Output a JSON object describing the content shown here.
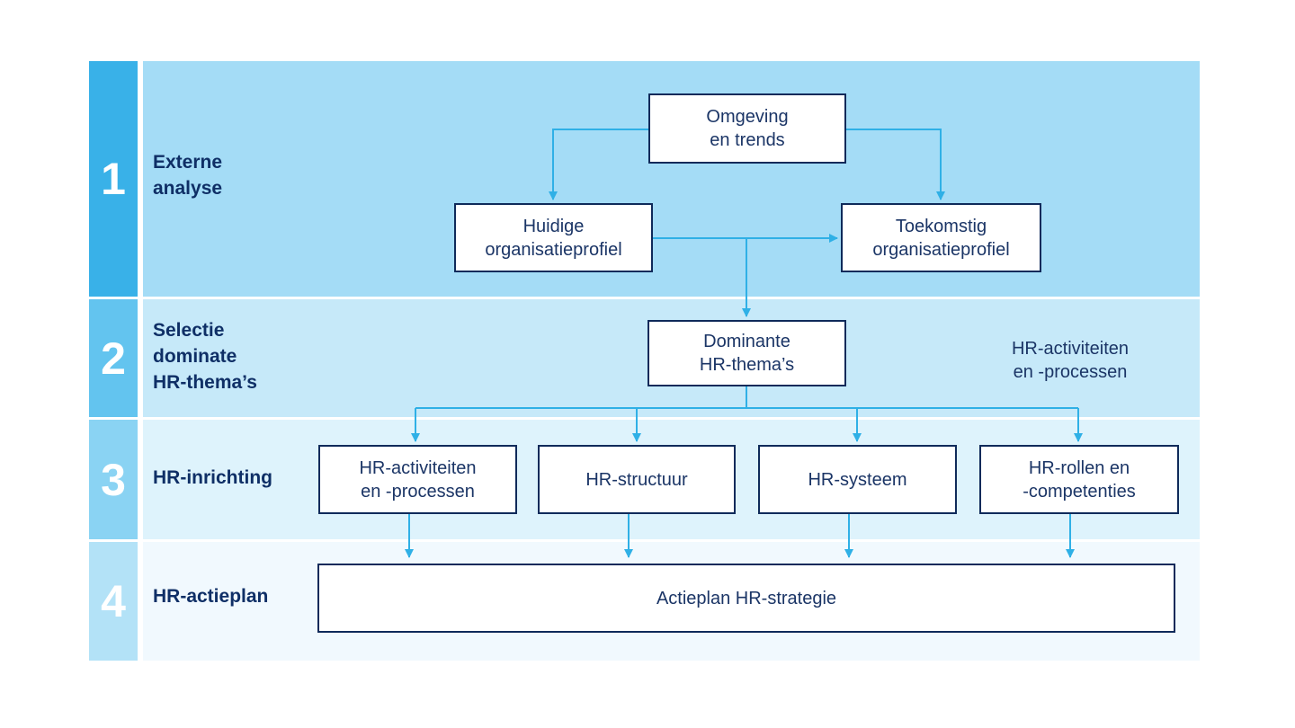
{
  "colors": {
    "band1": "#a4dcf6",
    "band2": "#c6e9f9",
    "band3": "#def3fc",
    "band4": "#f1f9fe",
    "num1": "#39b1e8",
    "num2": "#63c4ef",
    "num3": "#8ad3f3",
    "num4": "#b3e2f7",
    "label": "#0f2f66",
    "box_border": "#0f2a5a",
    "arrow": "#2fb0e6"
  },
  "phases": [
    {
      "number": "1",
      "label": [
        "Externe",
        "analyse"
      ]
    },
    {
      "number": "2",
      "label": [
        "Selectie",
        "dominate",
        "HR-thema’s"
      ]
    },
    {
      "number": "3",
      "label": [
        "HR-inrichting"
      ]
    },
    {
      "number": "4",
      "label": [
        "HR-actieplan"
      ]
    }
  ],
  "boxes": {
    "omgeving": [
      "Omgeving",
      "en trends"
    ],
    "huidige": [
      "Huidige",
      "organisatieprofiel"
    ],
    "toekomstig": [
      "Toekomstig",
      "organisatieprofiel"
    ],
    "dominante": [
      "Dominante",
      "HR-thema’s"
    ],
    "hr_activiteiten": [
      "HR-activiteiten",
      "en -processen"
    ],
    "hr_structuur": [
      "HR-structuur"
    ],
    "hr_systeem": [
      "HR-systeem"
    ],
    "hr_rollen": [
      "HR-rollen en",
      "-competenties"
    ],
    "actieplan": [
      "Actieplan HR-strategie"
    ]
  },
  "side_note": [
    "HR-activiteiten",
    "en -processen"
  ]
}
